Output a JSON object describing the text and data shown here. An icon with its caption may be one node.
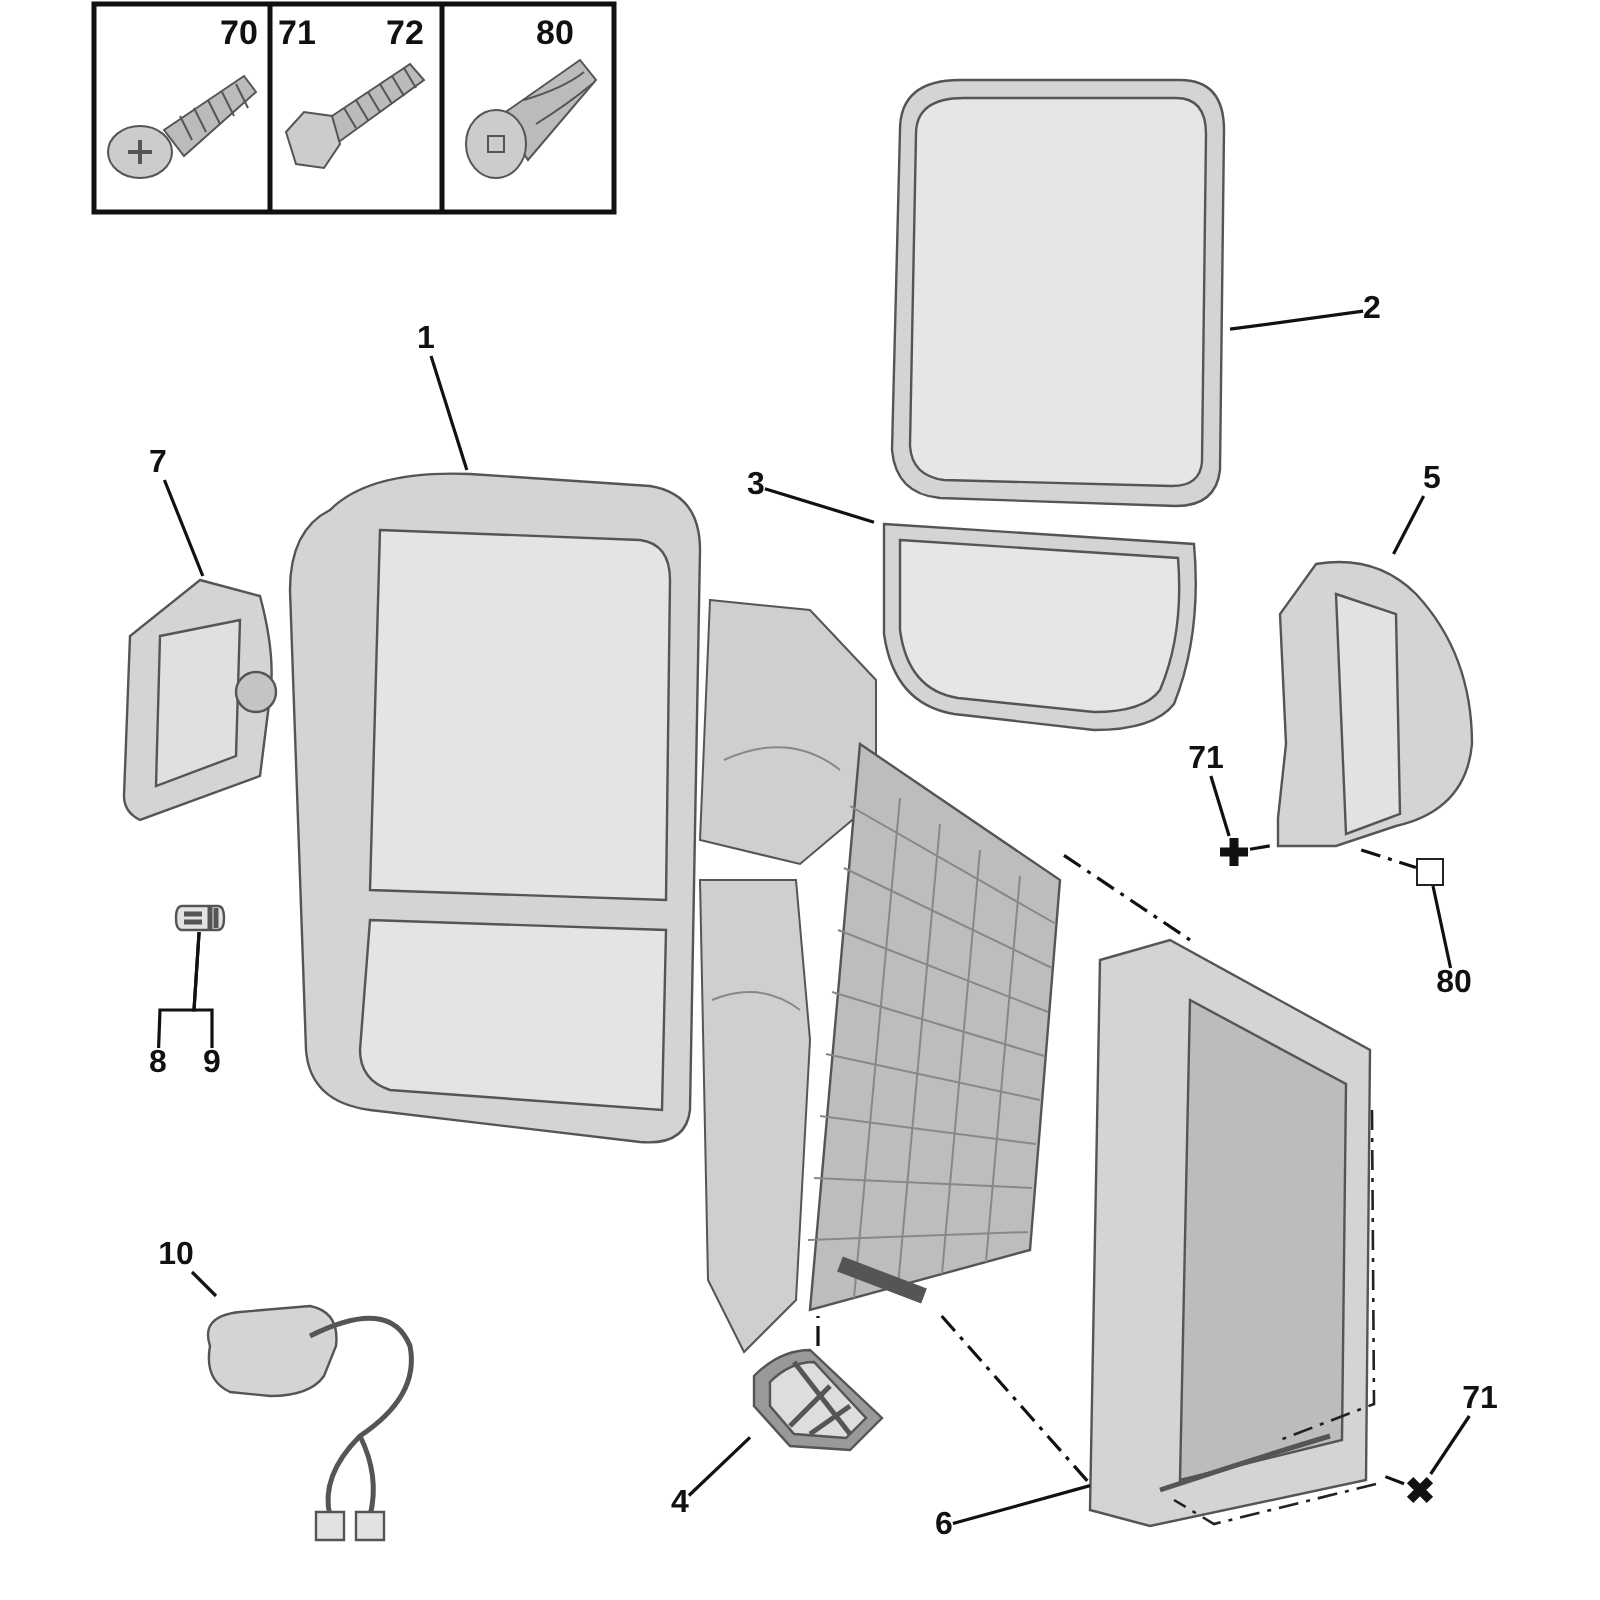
{
  "diagram": {
    "nodes": [
      {
        "text": [
          "1"
        ]
      },
      {
        "text": [],
        "shape": "picture"
      },
      {
        "text": [
          "2"
        ]
      },
      {
        "text": [],
        "shape": "picture"
      },
      {
        "text": [
          "3"
        ]
      },
      {
        "text": [],
        "shape": "picture"
      },
      {
        "text": [
          "5"
        ]
      },
      {
        "text": [],
        "shape": "picture"
      },
      {
        "text": [
          "7"
        ]
      },
      {
        "text": [],
        "shape": "picture"
      },
      {
        "text": [
          "71"
        ]
      },
      {
        "text": [],
        "shape": "cross"
      },
      {
        "text": [
          "80"
        ]
      },
      {
        "text": [],
        "shape": "box"
      },
      {
        "text": [
          "8"
        ]
      },
      {
        "text": [
          "9"
        ]
      },
      {
        "text": [],
        "shape": "picture"
      },
      {
        "text": [
          "10"
        ]
      },
      {
        "text": [],
        "shape": "picture"
      },
      {
        "text": [
          "4"
        ]
      },
      {
        "text": [],
        "shape": "picture"
      },
      {
        "text": [
          "6"
        ]
      },
      {
        "text": [],
        "shape": "picture"
      },
      {
        "text": [
          "71"
        ]
      },
      {
        "text": [],
        "shape": "cross"
      },
      {
        "text": [],
        "shape": "picture"
      }
    ],
    "edges": [
      {
        "from": 0,
        "to": 1,
        "arrow": "none"
      },
      {
        "from": 2,
        "to": 3,
        "arrow": "none"
      },
      {
        "from": 4,
        "to": 5,
        "arrow": "none"
      },
      {
        "from": 6,
        "to": 7,
        "arrow": "none"
      },
      {
        "from": 8,
        "to": 9,
        "arrow": "none"
      },
      {
        "from": 10,
        "to": 11,
        "arrow": "none"
      },
      {
        "from": 12,
        "to": 13,
        "arrow": "none"
      },
      {
        "from": 16,
        "to": 14,
        "arrow": "none"
      },
      {
        "from": 16,
        "to": 15,
        "arrow": "none"
      },
      {
        "from": 17,
        "to": 18,
        "arrow": "none"
      },
      {
        "from": 19,
        "to": 20,
        "arrow": "none"
      },
      {
        "from": 21,
        "to": 22,
        "arrow": "none"
      },
      {
        "from": 23,
        "to": 24,
        "arrow": "none"
      },
      {
        "from": 11,
        "to": 7,
        "arrow": "none",
        "style": "dashed"
      },
      {
        "from": 7,
        "to": 13,
        "arrow": "none",
        "style": "dashed"
      },
      {
        "from": 25,
        "to": 22,
        "arrow": "none",
        "style": "dashed"
      },
      {
        "from": 25,
        "to": 22,
        "arrow": "none",
        "style": "dashed"
      },
      {
        "from": 20,
        "to": 25,
        "arrow": "none",
        "style": "dashed"
      },
      {
        "from": 24,
        "to": 22,
        "arrow": "none",
        "style": "dashed"
      }
    ],
    "labels": [
      "70",
      "71",
      "72",
      "80"
    ]
  }
}
